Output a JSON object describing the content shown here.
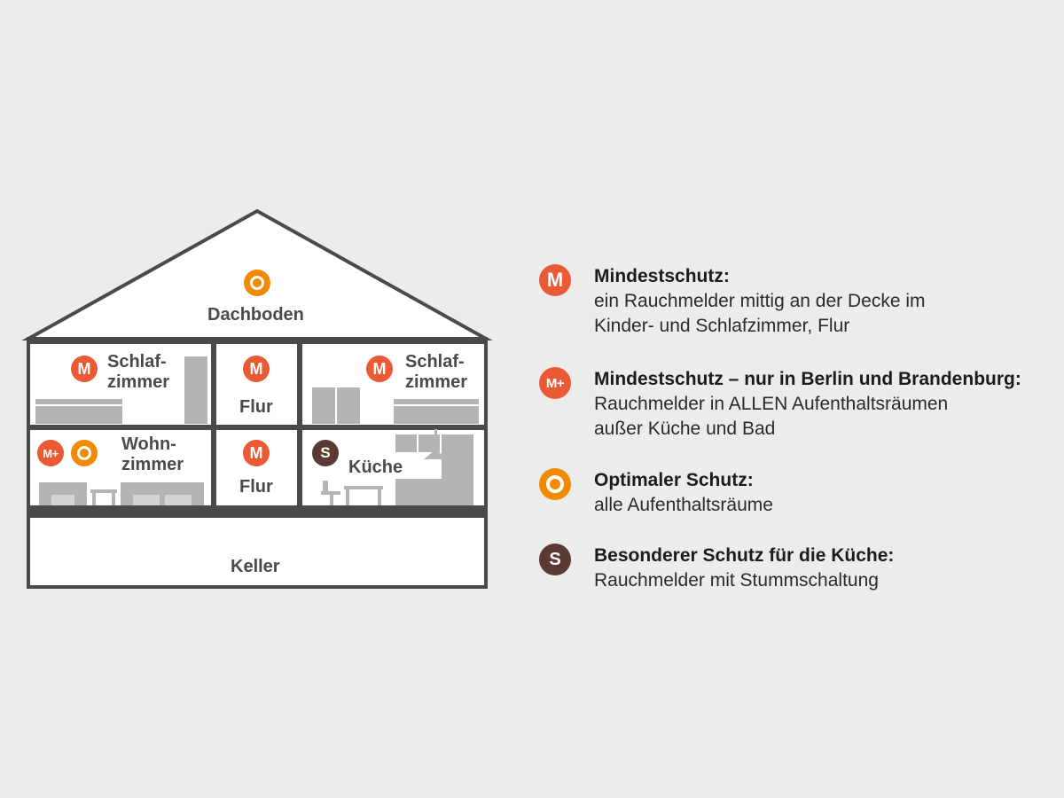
{
  "house": {
    "rooms": {
      "attic": "Dachboden",
      "bedroom_left": "Schlaf-\nzimmer",
      "hall_upper": "Flur",
      "bedroom_right": "Schlaf-\nzimmer",
      "living_room": "Wohn-\nzimmer",
      "hall_lower": "Flur",
      "kitchen": "Küche",
      "basement": "Keller"
    },
    "badges": {
      "m": "M",
      "m_plus": "M+",
      "s": "S"
    }
  },
  "legend": [
    {
      "icon": "M",
      "type": "m",
      "title": "Mindestschutz:",
      "text": "ein Rauchmelder mittig an der Decke im\nKinder- und Schlafzimmer, Flur"
    },
    {
      "icon": "M+",
      "type": "mp",
      "title": "Mindestschutz – nur in Berlin und Brandenburg:",
      "text": "Rauchmelder in ALLEN Aufenthaltsräumen\naußer Küche und Bad"
    },
    {
      "icon": "",
      "type": "o",
      "title": "Optimaler Schutz:",
      "text": "alle Aufenthaltsräume"
    },
    {
      "icon": "S",
      "type": "s",
      "title": "Besonderer Schutz für die Küche:",
      "text": "Rauchmelder mit Stummschaltung"
    }
  ],
  "colors": {
    "background": "#ececec",
    "outline": "#4a4a4a",
    "furniture": "#b4b4b4",
    "mindestschutz": "#ea5a35",
    "optimal": "#f08a00",
    "kitchen_special": "#5b3a34"
  }
}
